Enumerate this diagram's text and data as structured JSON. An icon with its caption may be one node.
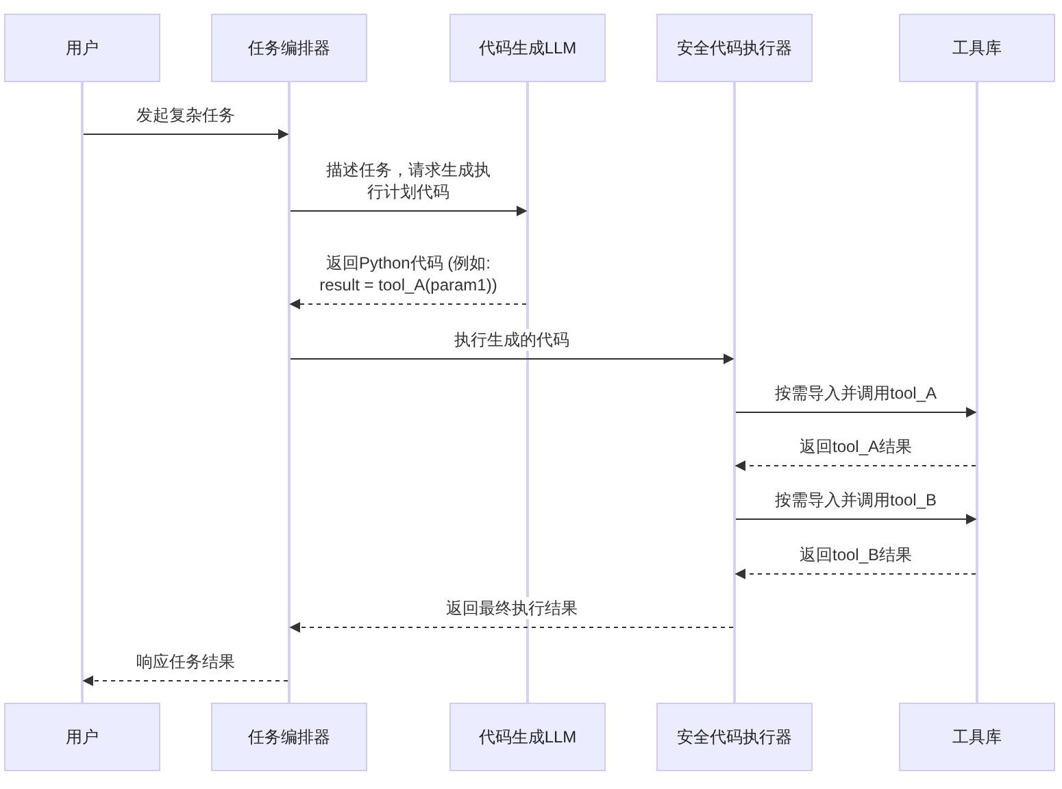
{
  "diagram": {
    "nodes": [
      {
        "text": [
          "用户"
        ]
      },
      {
        "text": [
          "任务编排器"
        ]
      },
      {
        "text": [
          "代码生成LLM"
        ]
      },
      {
        "text": [
          "安全代码执行器"
        ]
      },
      {
        "text": [
          "工具库"
        ]
      },
      {
        "text": [
          "用户"
        ]
      },
      {
        "text": [
          "任务编排器"
        ]
      },
      {
        "text": [
          "代码生成LLM"
        ]
      },
      {
        "text": [
          "安全代码执行器"
        ]
      },
      {
        "text": [
          "工具库"
        ]
      },
      {
        "text": [],
        "shape": "bar"
      },
      {
        "text": [],
        "shape": "bar"
      },
      {
        "text": [],
        "shape": "bar"
      },
      {
        "text": [],
        "shape": "bar"
      },
      {
        "text": [],
        "shape": "bar"
      }
    ],
    "edges": [
      {
        "from": 10,
        "to": 11,
        "arrow": "to",
        "label": "发起复杂任务"
      },
      {
        "from": 11,
        "to": 12,
        "arrow": "to",
        "label": "描述任务，请求生成执行计划代码"
      },
      {
        "from": 12,
        "to": 11,
        "arrow": "to",
        "label": "返回Python代码 (例如: result = tool_A(param1))",
        "style": "dashed"
      },
      {
        "from": 11,
        "to": 13,
        "arrow": "to",
        "label": "执行生成的代码"
      },
      {
        "from": 13,
        "to": 14,
        "arrow": "to",
        "label": "按需导入并调用tool_A"
      },
      {
        "from": 14,
        "to": 13,
        "arrow": "to",
        "label": "返回tool_A结果",
        "style": "dashed"
      },
      {
        "from": 13,
        "to": 14,
        "arrow": "to",
        "label": "按需导入并调用tool_B"
      },
      {
        "from": 14,
        "to": 13,
        "arrow": "to",
        "label": "返回tool_B结果",
        "style": "dashed"
      },
      {
        "from": 13,
        "to": 11,
        "arrow": "to",
        "label": "返回最终执行结果",
        "style": "dashed"
      },
      {
        "from": 11,
        "to": 10,
        "arrow": "to",
        "label": "响应任务结果",
        "style": "dashed"
      }
    ]
  }
}
